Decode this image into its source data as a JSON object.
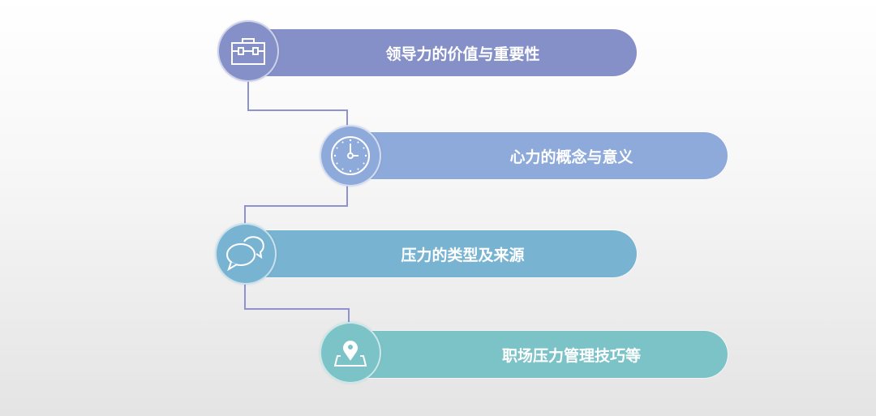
{
  "items": [
    {
      "label": "领导力的价值与重要性",
      "icon": "briefcase-icon",
      "color": "#8590c8"
    },
    {
      "label": "心力的概念与意义",
      "icon": "clock-icon",
      "color": "#8eaadb"
    },
    {
      "label": "压力的类型及来源",
      "icon": "chat-bubbles-icon",
      "color": "#78b4d2"
    },
    {
      "label": "职场压力管理技巧等",
      "icon": "map-pin-icon",
      "color": "#7cc3c8"
    }
  ],
  "connector_color": "#8e93d0"
}
